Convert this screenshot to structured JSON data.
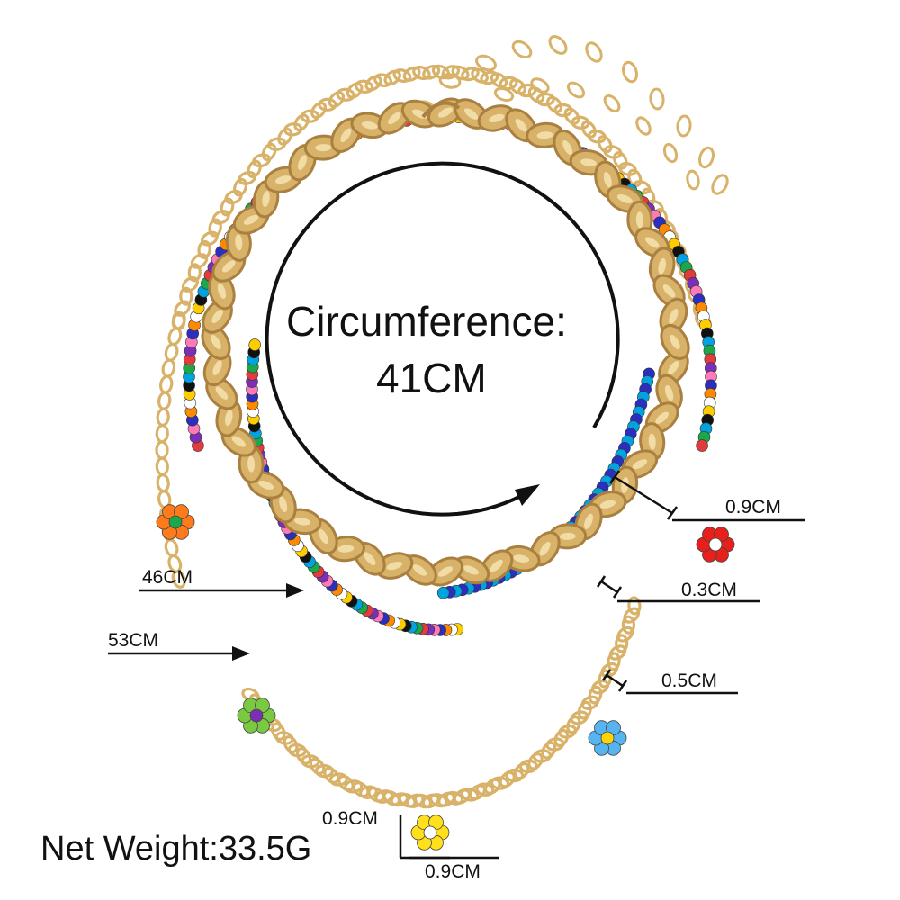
{
  "product": {
    "circumference_label": "Circumference:",
    "circumference_value": "41CM",
    "net_weight": "Net Weight:33.5G"
  },
  "measurements": {
    "chain_width": "0.9CM",
    "bead_size": "0.3CM",
    "thin_chain_width": "0.5CM",
    "beaded_length": "46CM",
    "chain_length": "53CM",
    "flower_height": "0.9CM",
    "flower_width": "0.9CM"
  },
  "colors": {
    "gold": "#d9b26a",
    "gold_dark": "#a9803f",
    "gold_light": "#f2dca6",
    "ink": "#111111"
  },
  "beads": [
    "#e23b3b",
    "#2a2fbf",
    "#ffcc00",
    "#1aa84a",
    "#ff7ab8",
    "#ffffff",
    "#00a3e0",
    "#7b2fb5",
    "#ff8a00",
    "#111111"
  ],
  "flowers": [
    {
      "name": "orange",
      "petal": "#ff7a1a",
      "center": "#1aa84a"
    },
    {
      "name": "red",
      "petal": "#e8201c",
      "center": "#ffffff"
    },
    {
      "name": "green",
      "petal": "#7ac943",
      "center": "#7b2fb5"
    },
    {
      "name": "blue",
      "petal": "#56b4f0",
      "center": "#ffd400"
    },
    {
      "name": "yellow",
      "petal": "#ffe01a",
      "center": "#ffffff"
    }
  ]
}
